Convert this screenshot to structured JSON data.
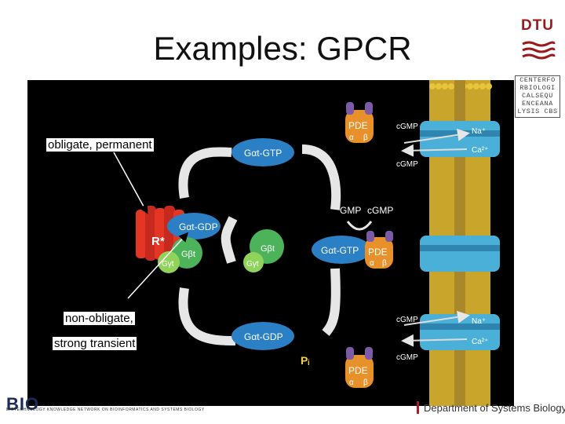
{
  "slide": {
    "title": "Examples: GPCR",
    "logo_text": "DTU",
    "cbs_logo_rows": [
      "CENTERFO",
      "RBIOLOGI",
      "CALSEQU",
      "ENCEANA",
      "LYSIS CBS"
    ],
    "footer_right": "Department of Systems Biology",
    "footer_left_logo": "BIO",
    "footer_left_small": "BIOTECHNOLOGY  KNOWLEDGE NETWORK ON BIOINFORMATICS AND SYSTEMS BIOLOGY"
  },
  "annotations": {
    "obligate": "obligate, permanent",
    "nonobligate_1": "non-obligate,",
    "nonobligate_2": "strong transient"
  },
  "figure": {
    "r_star": "R*",
    "gt_gdp": "Gαt-GDP",
    "gbeta_gamma_beta": "Gβt",
    "gbeta_gamma_gamma": "Gγt",
    "gt_gtp_top": "Gαt-GTP",
    "gt_gtp_mid": "Gαt-GTP",
    "gt_gdp_bottom": "Gαt-GDP",
    "gmp": "GMP",
    "cgmp_mid": "cGMP",
    "pde_label": "PDE",
    "alpha": "α",
    "beta": "β",
    "cgmp_tr1": "cGMP",
    "cgmp_tr2": "cGMP",
    "cgmp_br1": "cGMP",
    "cgmp_br2": "cGMP",
    "na": "Na⁺",
    "ca": "Ca²⁺",
    "pi": "Pᵢ"
  },
  "colors": {
    "background": "#000000",
    "receptor_red": "#e53525",
    "galpha_blue": "#2b7fc4",
    "gbeta_green": "#4cb35a",
    "pde_orange": "#e8912a",
    "membrane_yellow": "#e7c43a",
    "channel_blue": "#4bb0d8",
    "dtu_red": "#9a1b1e"
  }
}
